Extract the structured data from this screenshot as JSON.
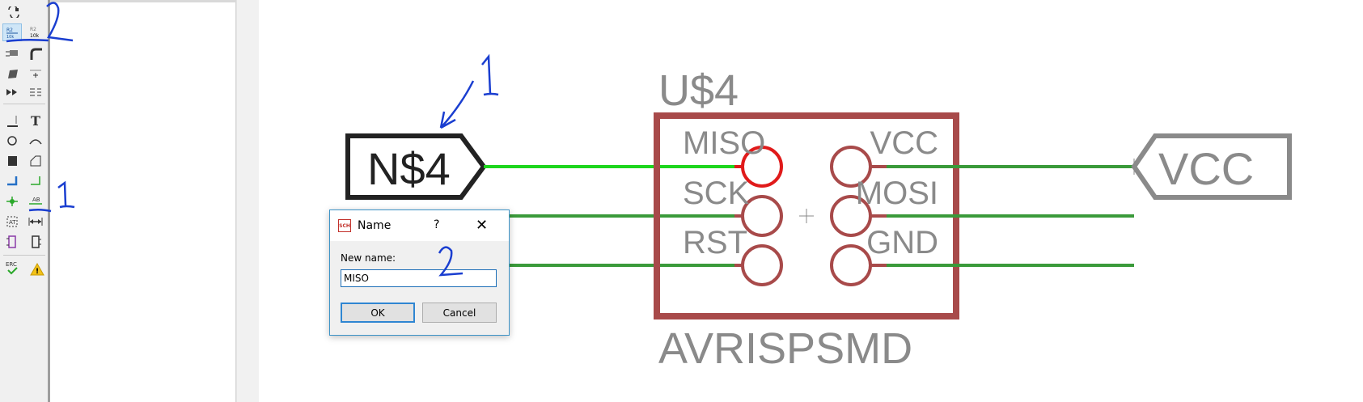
{
  "toolbar": {
    "tools": [
      {
        "name": "replace-tool-icon"
      },
      {
        "name": "smash-tool-icon",
        "active": true
      },
      {
        "name": "value-tool-icon"
      },
      {
        "name": "pinswap-tool-icon"
      },
      {
        "name": "miter-tool-icon"
      },
      {
        "name": "split-tool-icon"
      },
      {
        "name": "invoke-tool-icon"
      },
      {
        "name": "gateswap-tool-icon"
      },
      {
        "name": "wire-tool-icon"
      },
      {
        "name": "text-tool-icon",
        "glyph": "T"
      },
      {
        "name": "circle-tool-icon"
      },
      {
        "name": "arc-tool-icon"
      },
      {
        "name": "rect-tool-icon"
      },
      {
        "name": "polygon-tool-icon"
      },
      {
        "name": "bus-tool-icon"
      },
      {
        "name": "net-tool-icon"
      },
      {
        "name": "junction-tool-icon"
      },
      {
        "name": "label-tool-icon",
        "glyph": "AB"
      },
      {
        "name": "attribute-tool-icon"
      },
      {
        "name": "dimension-tool-icon"
      },
      {
        "name": "frame-tool-icon"
      },
      {
        "name": "module-tool-icon"
      },
      {
        "name": "erc-tool-icon",
        "glyph": "ERC"
      },
      {
        "name": "errors-tool-icon",
        "glyph": "!"
      }
    ]
  },
  "schematic": {
    "net_label_left": "N$4",
    "net_label_right": "VCC",
    "part_name": "U$4",
    "part_value": "AVRISPSMD",
    "pins_left": [
      "MISO",
      "SCK",
      "RST"
    ],
    "pins_right": [
      "VCC",
      "MOSI",
      "GND"
    ],
    "colors": {
      "symbol": "#a84a4a",
      "net_highlight": "#1ed61e",
      "net": "#3a9a3a",
      "pin_highlight": "#e01a1a",
      "label_gray": "#8a8a8a"
    }
  },
  "dialog": {
    "title": "Name",
    "help_symbol": "?",
    "close_symbol": "✕",
    "icon_text": "SCH",
    "field_label": "New name:",
    "field_value": "MISO",
    "ok_label": "OK",
    "cancel_label": "Cancel"
  },
  "annotations": {
    "marks": [
      "2",
      "1",
      "1",
      "2"
    ]
  }
}
